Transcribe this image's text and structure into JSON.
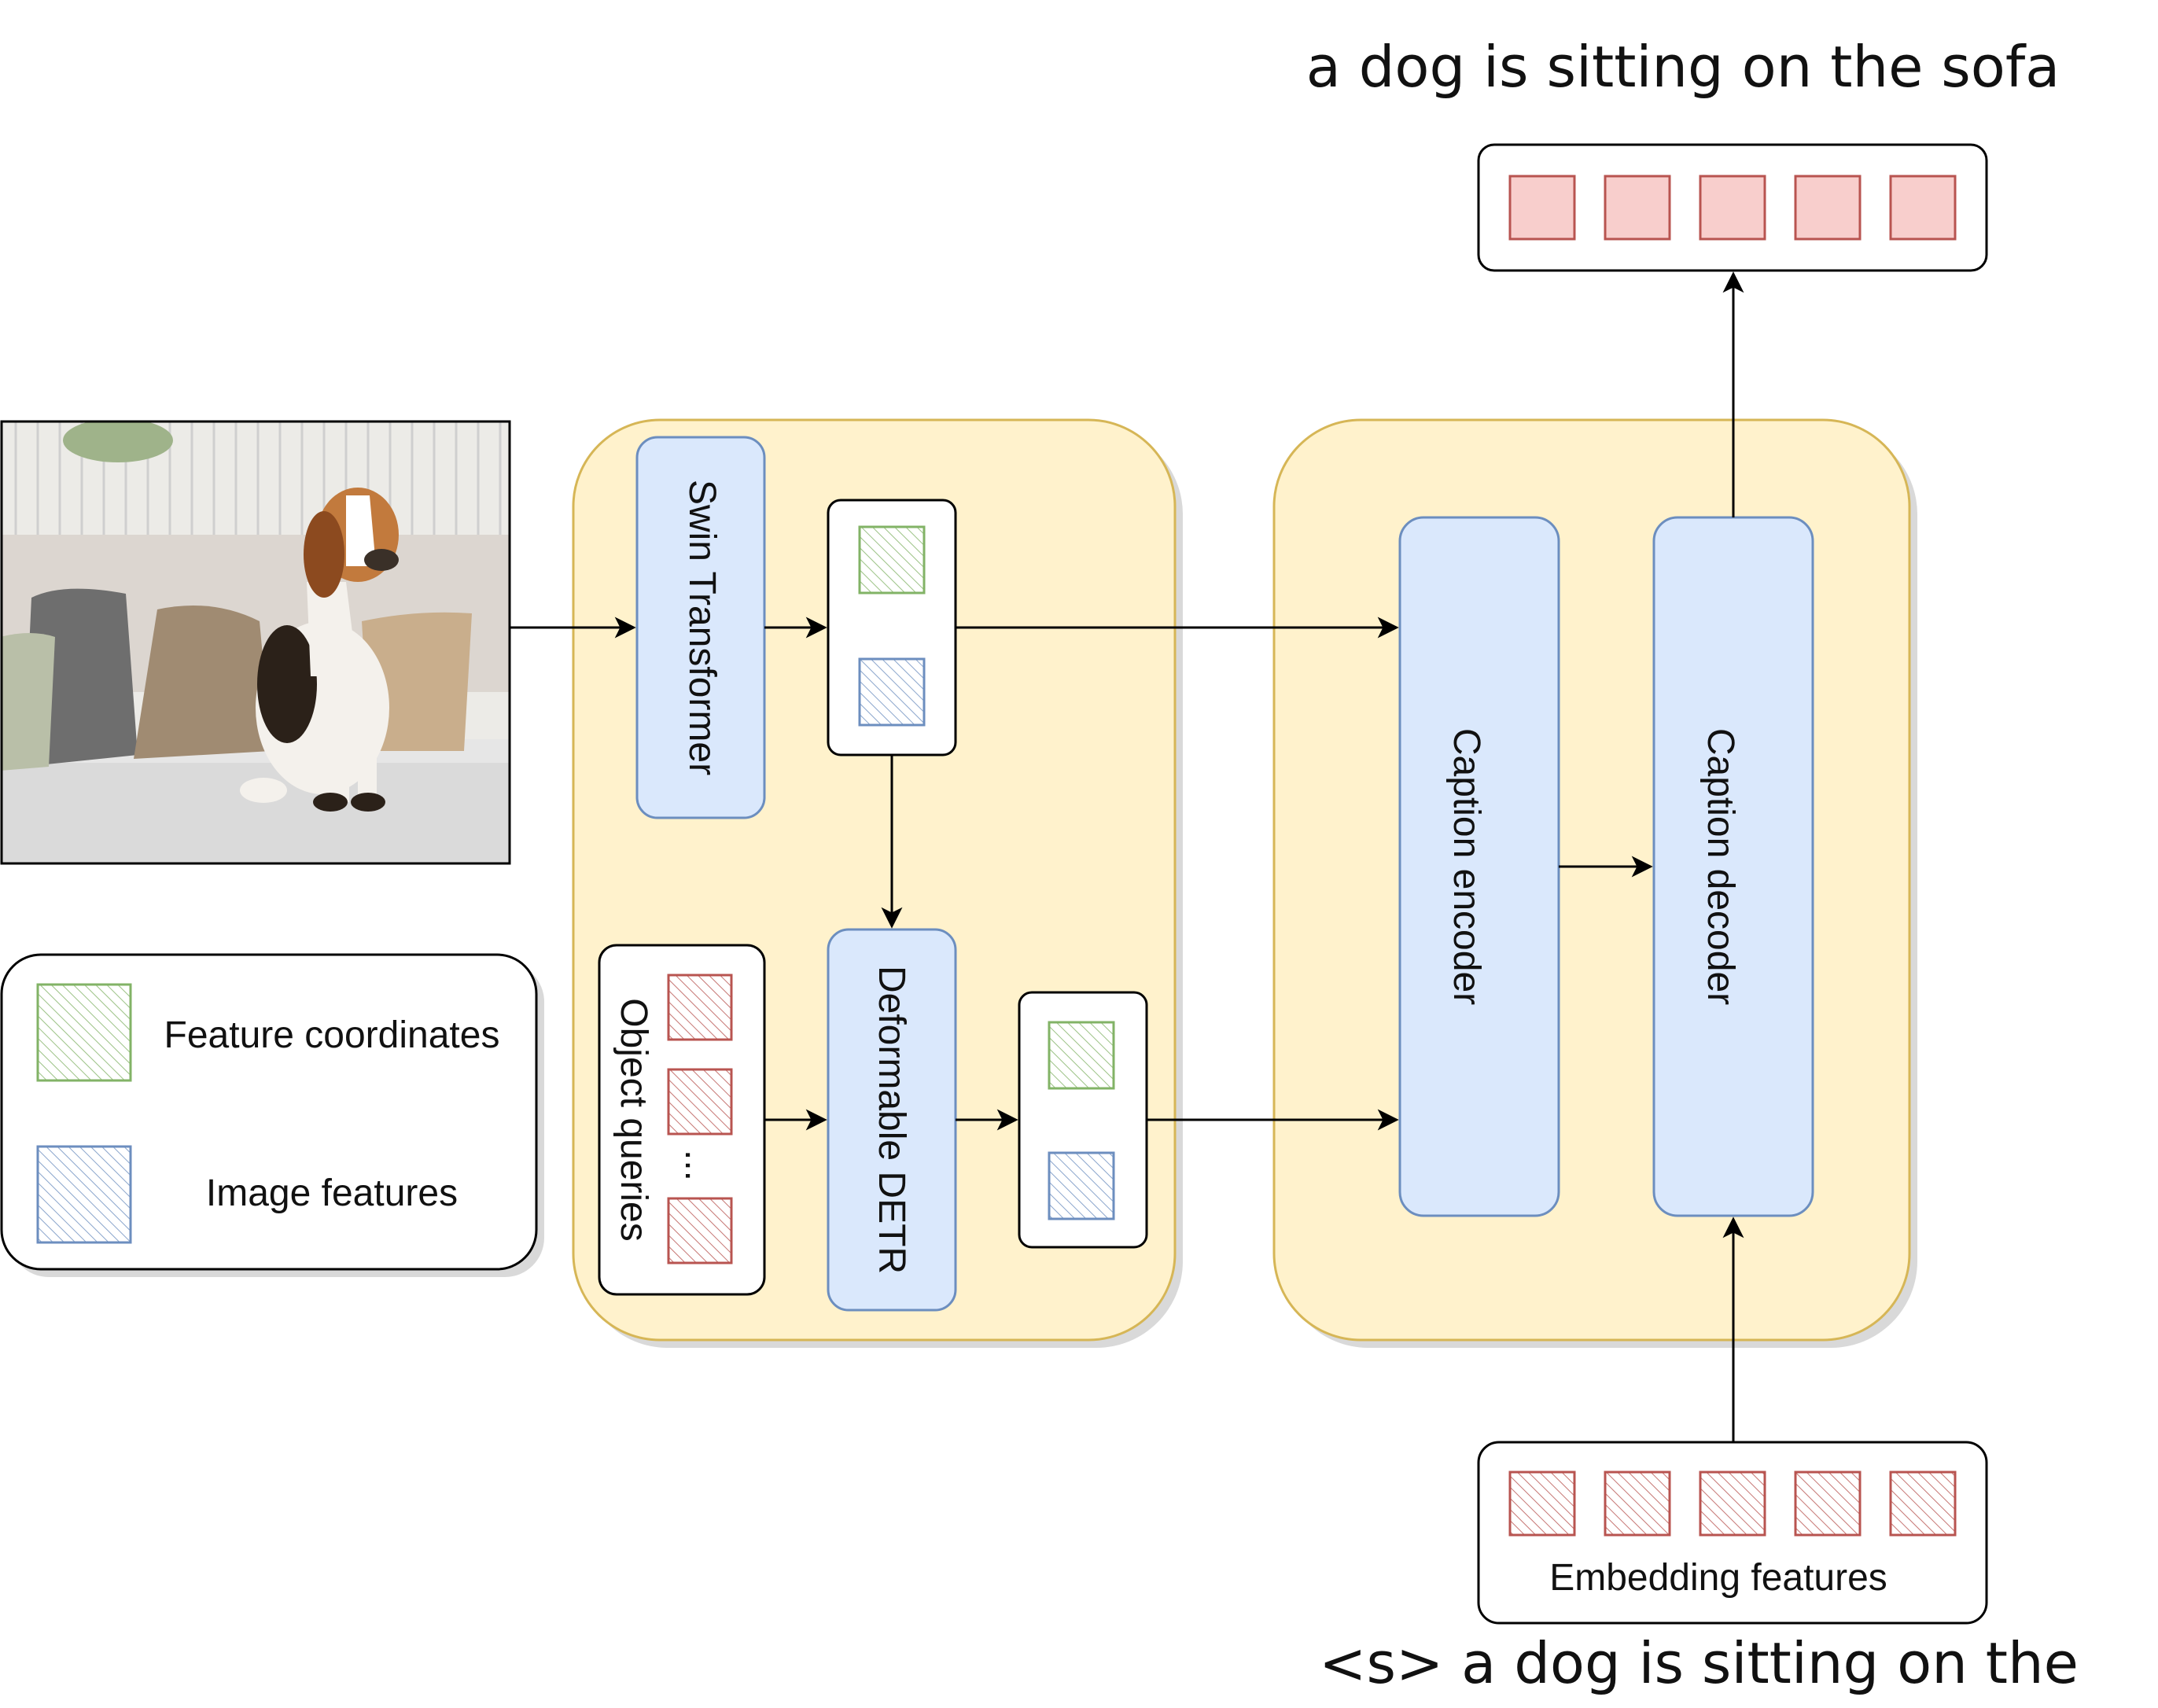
{
  "colors": {
    "panel_fill": "#fff2cc",
    "panel_stroke": "#d6b656",
    "module_fill": "#dae8fc",
    "module_stroke": "#6c8ebf",
    "green": "#82b366",
    "blue": "#6c8ebf",
    "red": "#b85450",
    "red_fill": "#f8cecc",
    "shadow": "#d9d9d9"
  },
  "captions": {
    "output_sentence": "a dog is sitting on the sofa",
    "input_sentence": "<s> a dog is sitting on the"
  },
  "modules": {
    "swin": "Swin Transformer",
    "deformable": "Deformable DETR",
    "object_queries": "Object queries",
    "ellipsis": "...",
    "caption_encoder": "Caption encoder",
    "caption_decoder": "Caption decoder",
    "embedding": "Embedding features"
  },
  "legend": {
    "feature_coordinates": "Feature coordinates",
    "image_features": "Image features"
  },
  "icons": {
    "input_image": "dog-on-sofa-photo",
    "green_square": "green-hatched-square-icon",
    "blue_square": "blue-hatched-square-icon",
    "red_square": "red-hatched-square-icon"
  },
  "token_counts": {
    "output": 5,
    "input": 5
  }
}
